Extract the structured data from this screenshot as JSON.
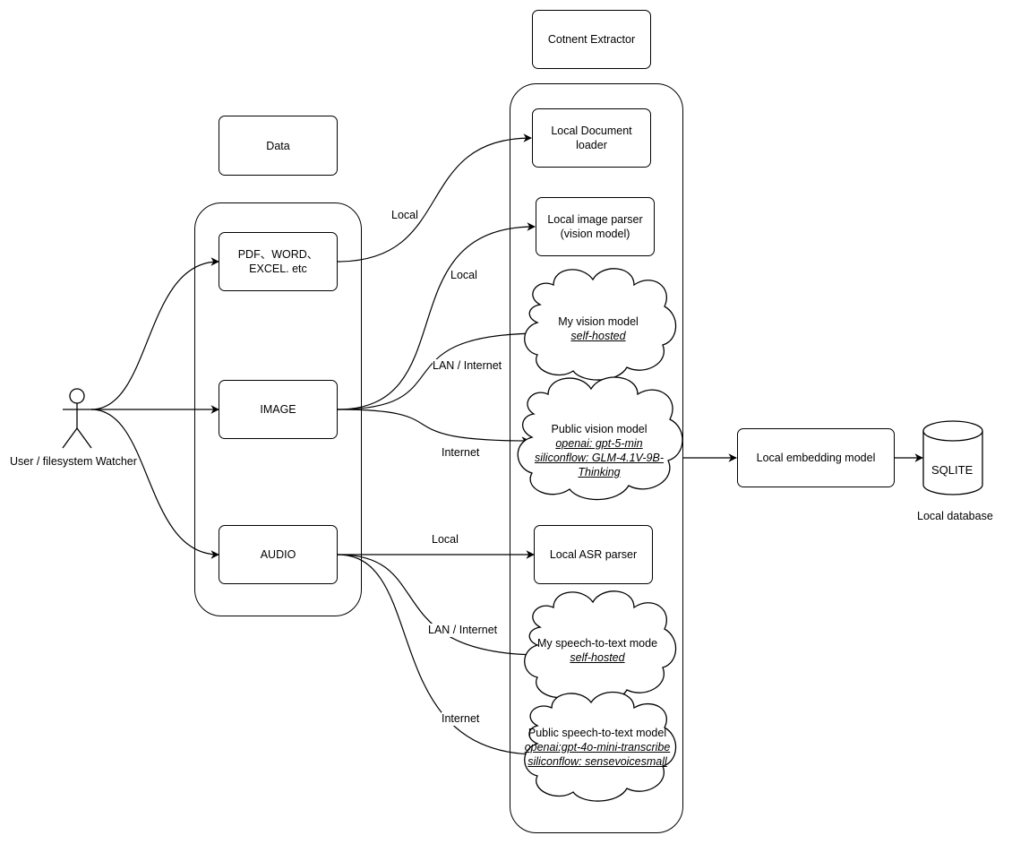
{
  "actor": {
    "label": "User / filesystem Watcher"
  },
  "data_section": {
    "title": "Data",
    "items": [
      "PDF、WORD、\nEXCEL. etc",
      "IMAGE",
      "AUDIO"
    ]
  },
  "extractor_section": {
    "title": "Cotnent Extractor",
    "doc_loader": "Local Document\nloader",
    "image_parser": "Local image parser\n(vision model)",
    "my_vision": {
      "title": "My vision model",
      "sub": "self-hosted"
    },
    "public_vision": {
      "title": "Public vision model",
      "subs": [
        "openai: gpt-5-min",
        "siliconflow: GLM-4.1V-9B-",
        "Thinking"
      ]
    },
    "asr_parser": "Local ASR parser",
    "my_speech": {
      "title": "My speech-to-text mode",
      "sub": "self-hosted"
    },
    "public_speech": {
      "title": "Public speech-to-text model",
      "subs": [
        "openai:gpt-4o-mini-transcribe",
        "siliconflow: sensevoicesmall"
      ]
    }
  },
  "edge_labels": {
    "pdf_local": "Local",
    "image_local": "Local",
    "image_lan": "LAN / Internet",
    "image_internet": "Internet",
    "audio_local": "Local",
    "audio_lan": "LAN / Internet",
    "audio_internet": "Internet"
  },
  "embedding": {
    "label": "Local embedding model"
  },
  "database": {
    "label": "SQLITE",
    "caption": "Local database"
  }
}
